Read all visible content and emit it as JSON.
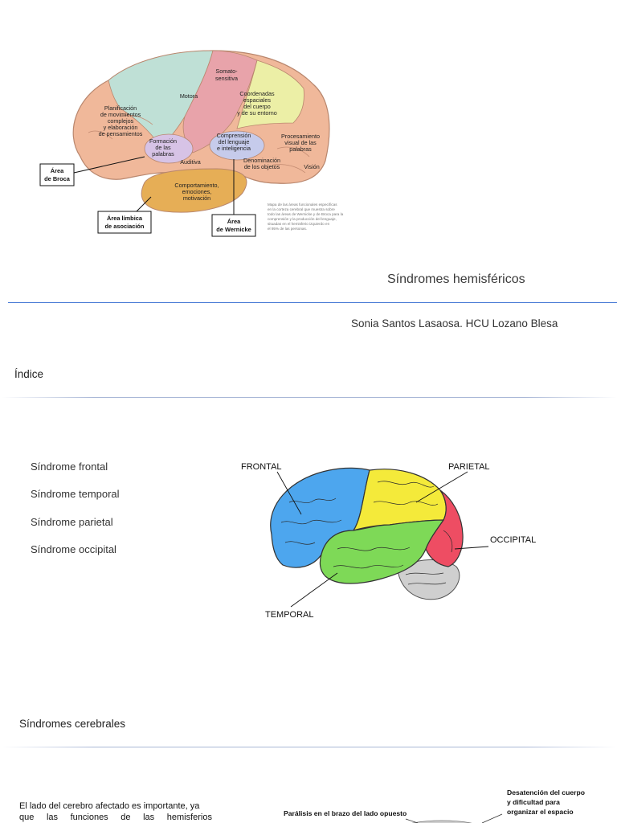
{
  "slide1": {
    "title": "Síndromes hemisféricos",
    "author": "Sonia Santos Lasaosa. HCU Lozano Blesa",
    "figure": {
      "regions": {
        "motora": "Motora",
        "somato_1": "Somato-",
        "somato_2": "sensitiva",
        "planif_1": "Planificación",
        "planif_2": "de movimientos",
        "planif_3": "complejos",
        "planif_4": "y elaboración",
        "planif_5": "de pensamientos",
        "coord_1": "Coordenadas",
        "coord_2": "espaciales",
        "coord_3": "del cuerpo",
        "coord_4": "y de su entorno",
        "form_1": "Formación",
        "form_2": "de las",
        "form_3": "palabras",
        "comp_1": "Comprensión",
        "comp_2": "del lenguaje",
        "comp_3": "e inteligencia",
        "proc_1": "Procesamiento",
        "proc_2": "visual de las",
        "proc_3": "palabras",
        "auditiva": "Auditiva",
        "denom_1": "Denominación",
        "denom_2": "de los objetos",
        "vision": "Visión",
        "comport_1": "Comportamiento,",
        "comport_2": "emociones,",
        "comport_3": "motivación"
      },
      "callouts": {
        "broca_1": "Área",
        "broca_2": "de Broca",
        "limbica_1": "Área límbica",
        "limbica_2": "de asociación",
        "wernicke_1": "Área",
        "wernicke_2": "de Wernicke"
      },
      "caption": [
        "Mapa de las áreas funcionales específicas",
        "en la corteza cerebral que muestra sobre",
        "todo las áreas de Wernicke y de Broca para la",
        "comprensión y la producción del lenguaje,",
        "situadas en el hemisferio izquierdo en",
        "el 95% de las personas."
      ]
    }
  },
  "slide2": {
    "title": "Índice",
    "items": [
      "Síndrome frontal",
      "Síndrome temporal",
      "Síndrome parietal",
      "Síndrome occipital"
    ],
    "lobes": {
      "frontal": "FRONTAL",
      "parietal": "PARIETAL",
      "occipital": "OCCIPITAL",
      "temporal": "TEMPORAL"
    },
    "colors": {
      "frontal": "#4da6ee",
      "parietal": "#f4ea3a",
      "occipital": "#ee4d63",
      "temporal": "#7ed957",
      "cerebellum": "#cfcfcf"
    }
  },
  "slide3": {
    "title": "Síndromes cerebrales",
    "paragraph_line1": "El lado del cerebro afectado es importante, ya",
    "paragraph_line2": "que las funciones de las hemisferios",
    "figure": {
      "label_paralisis": "Parálisis en el brazo del lado opuesto",
      "label_desat_1": "Desatención del cuerpo",
      "label_desat_2": "y dificultad para",
      "label_desat_3": "organizar el espacio"
    }
  }
}
